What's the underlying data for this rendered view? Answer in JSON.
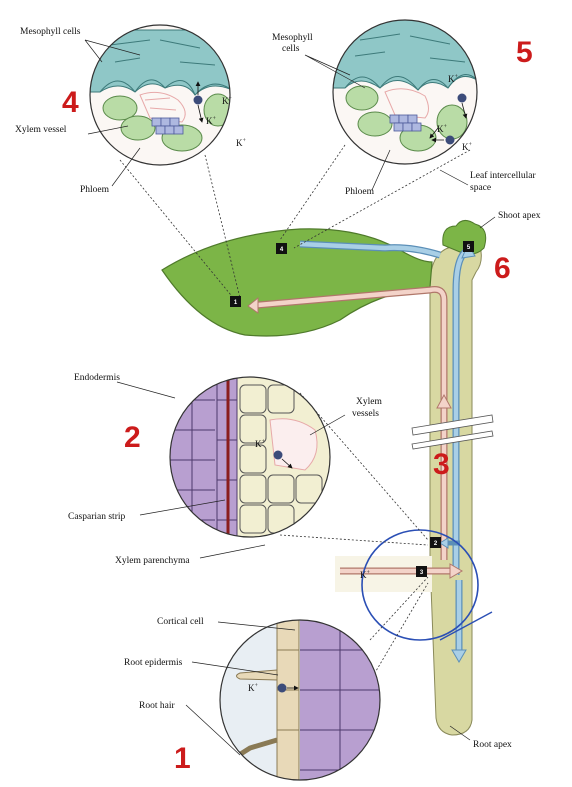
{
  "labels": {
    "mesophyll_left": "Mesophyll cells",
    "mesophyll_right_line1": "Mesophyll",
    "mesophyll_right_line2": "cells",
    "xylem_vessel": "Xylem vessel",
    "phloem_left": "Phloem",
    "phloem_right": "Phloem",
    "leaf_intercellular_line1": "Leaf intercellular",
    "leaf_intercellular_line2": "space",
    "shoot_apex": "Shoot apex",
    "endodermis": "Endodermis",
    "xylem_vessels_line1": "Xylem",
    "xylem_vessels_line2": "vessels",
    "casparian_strip": "Casparian strip",
    "xylem_parenchyma": "Xylem parenchyma",
    "cortical_cell": "Cortical cell",
    "root_epidermis": "Root epidermis",
    "root_hair": "Root hair",
    "root_apex": "Root apex"
  },
  "ion": {
    "k": "K",
    "plus": "+"
  },
  "step_numbers": {
    "n1": "1",
    "n2": "2",
    "n3": "3",
    "n4": "4",
    "n5": "5",
    "n6": "6"
  },
  "step_boxes": {
    "b1": "1",
    "b2": "2",
    "b3": "3",
    "b4": "4",
    "b5": "5"
  },
  "colors": {
    "step_number": "#cc1b1b",
    "leaf": "#7cb547",
    "stem": "#d8d8a2",
    "mesophyll": "#8fc7c7",
    "phloem": "#b9dca6",
    "endodermis": "#b89fd0",
    "xylem_parenchyma": "#f2efd2",
    "xylem_arrow": "#a9cfe6",
    "phloem_arrow": "#f3d3c9",
    "highlight_ring": "#2b4fb5"
  }
}
